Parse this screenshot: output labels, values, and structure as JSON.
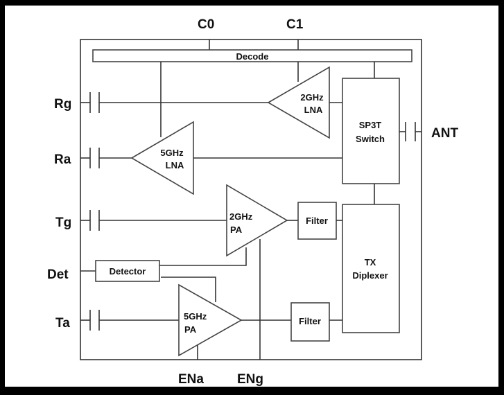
{
  "pins": {
    "c0": "C0",
    "c1": "C1",
    "rg": "Rg",
    "ra": "Ra",
    "tg": "Tg",
    "det": "Det",
    "ta": "Ta",
    "ena": "ENa",
    "eng": "ENg",
    "ant": "ANT"
  },
  "blocks": {
    "decode": "Decode",
    "lna_2g": [
      "2GHz",
      "LNA"
    ],
    "lna_5g": [
      "5GHz",
      "LNA"
    ],
    "switch": [
      "SP3T",
      "Switch"
    ],
    "pa_2g": [
      "2GHz",
      "PA"
    ],
    "pa_5g": [
      "5GHz",
      "PA"
    ],
    "filter_top": "Filter",
    "filter_bottom": "Filter",
    "detector": "Detector",
    "diplexer": [
      "TX",
      "Diplexer"
    ]
  }
}
